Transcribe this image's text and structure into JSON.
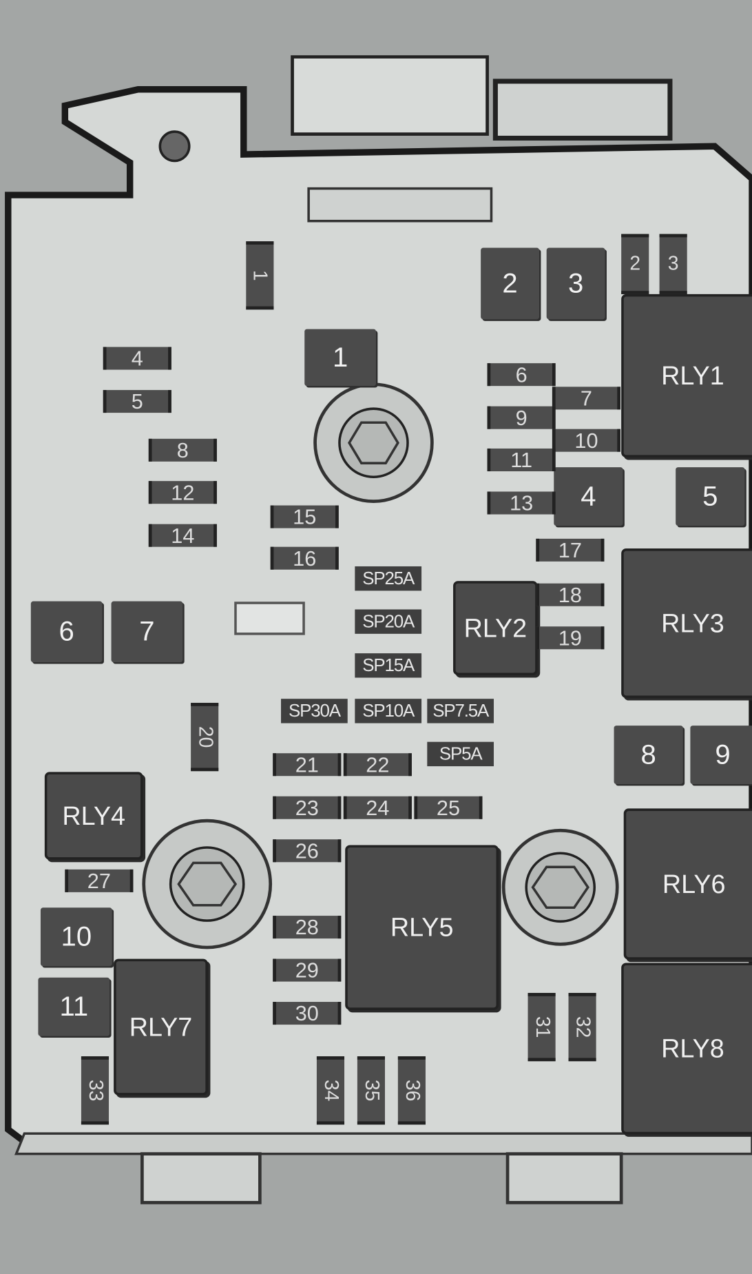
{
  "relays": [
    "RLY1",
    "RLY2",
    "RLY3",
    "RLY4",
    "RLY5",
    "RLY6",
    "RLY7",
    "RLY8"
  ],
  "cartridge_fuses": [
    "1",
    "2",
    "3",
    "4",
    "5",
    "6",
    "7",
    "8",
    "9",
    "10",
    "11"
  ],
  "mini_fuses": [
    "1",
    "2",
    "3",
    "4",
    "5",
    "6",
    "7",
    "8",
    "9",
    "10",
    "11",
    "12",
    "13",
    "14",
    "15",
    "16",
    "17",
    "18",
    "19",
    "20",
    "21",
    "22",
    "23",
    "24",
    "25",
    "26",
    "27",
    "28",
    "29",
    "30",
    "31",
    "32",
    "33",
    "34",
    "35",
    "36"
  ],
  "spare_fuses": [
    "SP25A",
    "SP20A",
    "SP15A",
    "SP30A",
    "SP10A",
    "SP7.5A",
    "SP5A"
  ],
  "colors": {
    "background": "#a3a6a5",
    "housing": "#d5d8d6",
    "component": "#4b4b4b"
  }
}
